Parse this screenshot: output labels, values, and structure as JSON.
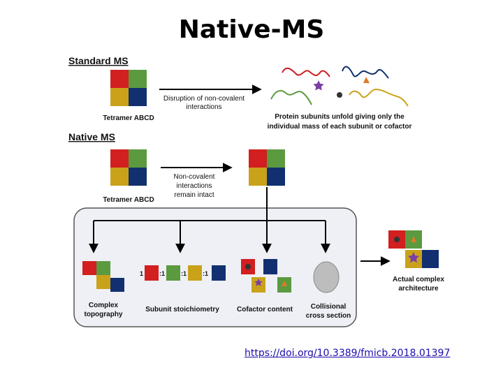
{
  "page": {
    "title": "Native-MS",
    "link": "https://doi.org/10.3389/fmicb.2018.01397"
  },
  "colors": {
    "red": "#d21f1f",
    "green": "#5b9a3f",
    "gold": "#c9a21a",
    "navy": "#123070",
    "purple": "#7a3fa6",
    "orange": "#e07a24",
    "grey": "#bdbdbd"
  },
  "standard": {
    "heading": "Standard MS",
    "tetramer_label": "Tetramer ABCD",
    "arrow_label_1": "Disruption of non-covalent",
    "arrow_label_2": "interactions",
    "result_line_1": "Protein subunits unfold giving only the",
    "result_line_2": "individual mass of each subunit or cofactor"
  },
  "native": {
    "heading": "Native MS",
    "tetramer_label": "Tetramer ABCD",
    "arrow_label_1": "Non-covalent",
    "arrow_label_2": "interactions",
    "arrow_label_3": "remain intact"
  },
  "panel": {
    "topography_1": "Complex",
    "topography_2": "topography",
    "stoichiometry": "Subunit stoichiometry",
    "stoich_ratios": [
      "1",
      ":1",
      ":1",
      ":1"
    ],
    "cofactor": "Cofactor content",
    "ccs_1": "Collisional",
    "ccs_2": "cross section"
  },
  "result": {
    "line_1": "Actual complex",
    "line_2": "architecture"
  }
}
